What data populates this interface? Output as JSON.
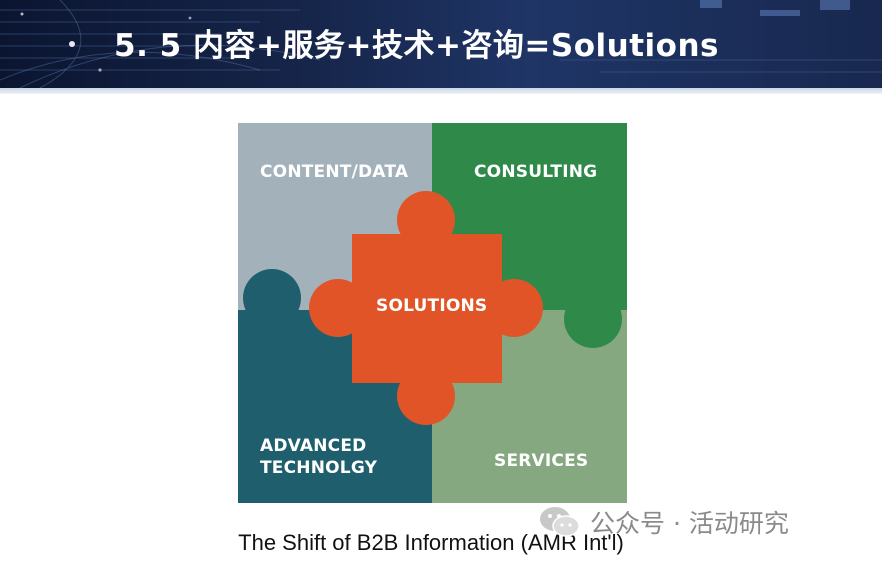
{
  "slide": {
    "title": "5. 5 内容+服务+技术+咨询=Solutions"
  },
  "puzzle": {
    "top_left": "CONTENT/DATA",
    "top_right": "CONSULTING",
    "center": "SOLUTIONS",
    "bottom_left_line1": "ADVANCED",
    "bottom_left_line2": "TECHNOLGY",
    "bottom_right": "SERVICES",
    "colors": {
      "content_data": "#a3b2ba",
      "consulting": "#2f8a4a",
      "advanced_technology": "#1f5f6d",
      "services": "#86a881",
      "solutions": "#e05428"
    }
  },
  "caption": "The Shift of B2B Information (AMR Int'l)",
  "watermark": {
    "text": "公众号 · 活动研究",
    "icon": "wechat-icon"
  }
}
